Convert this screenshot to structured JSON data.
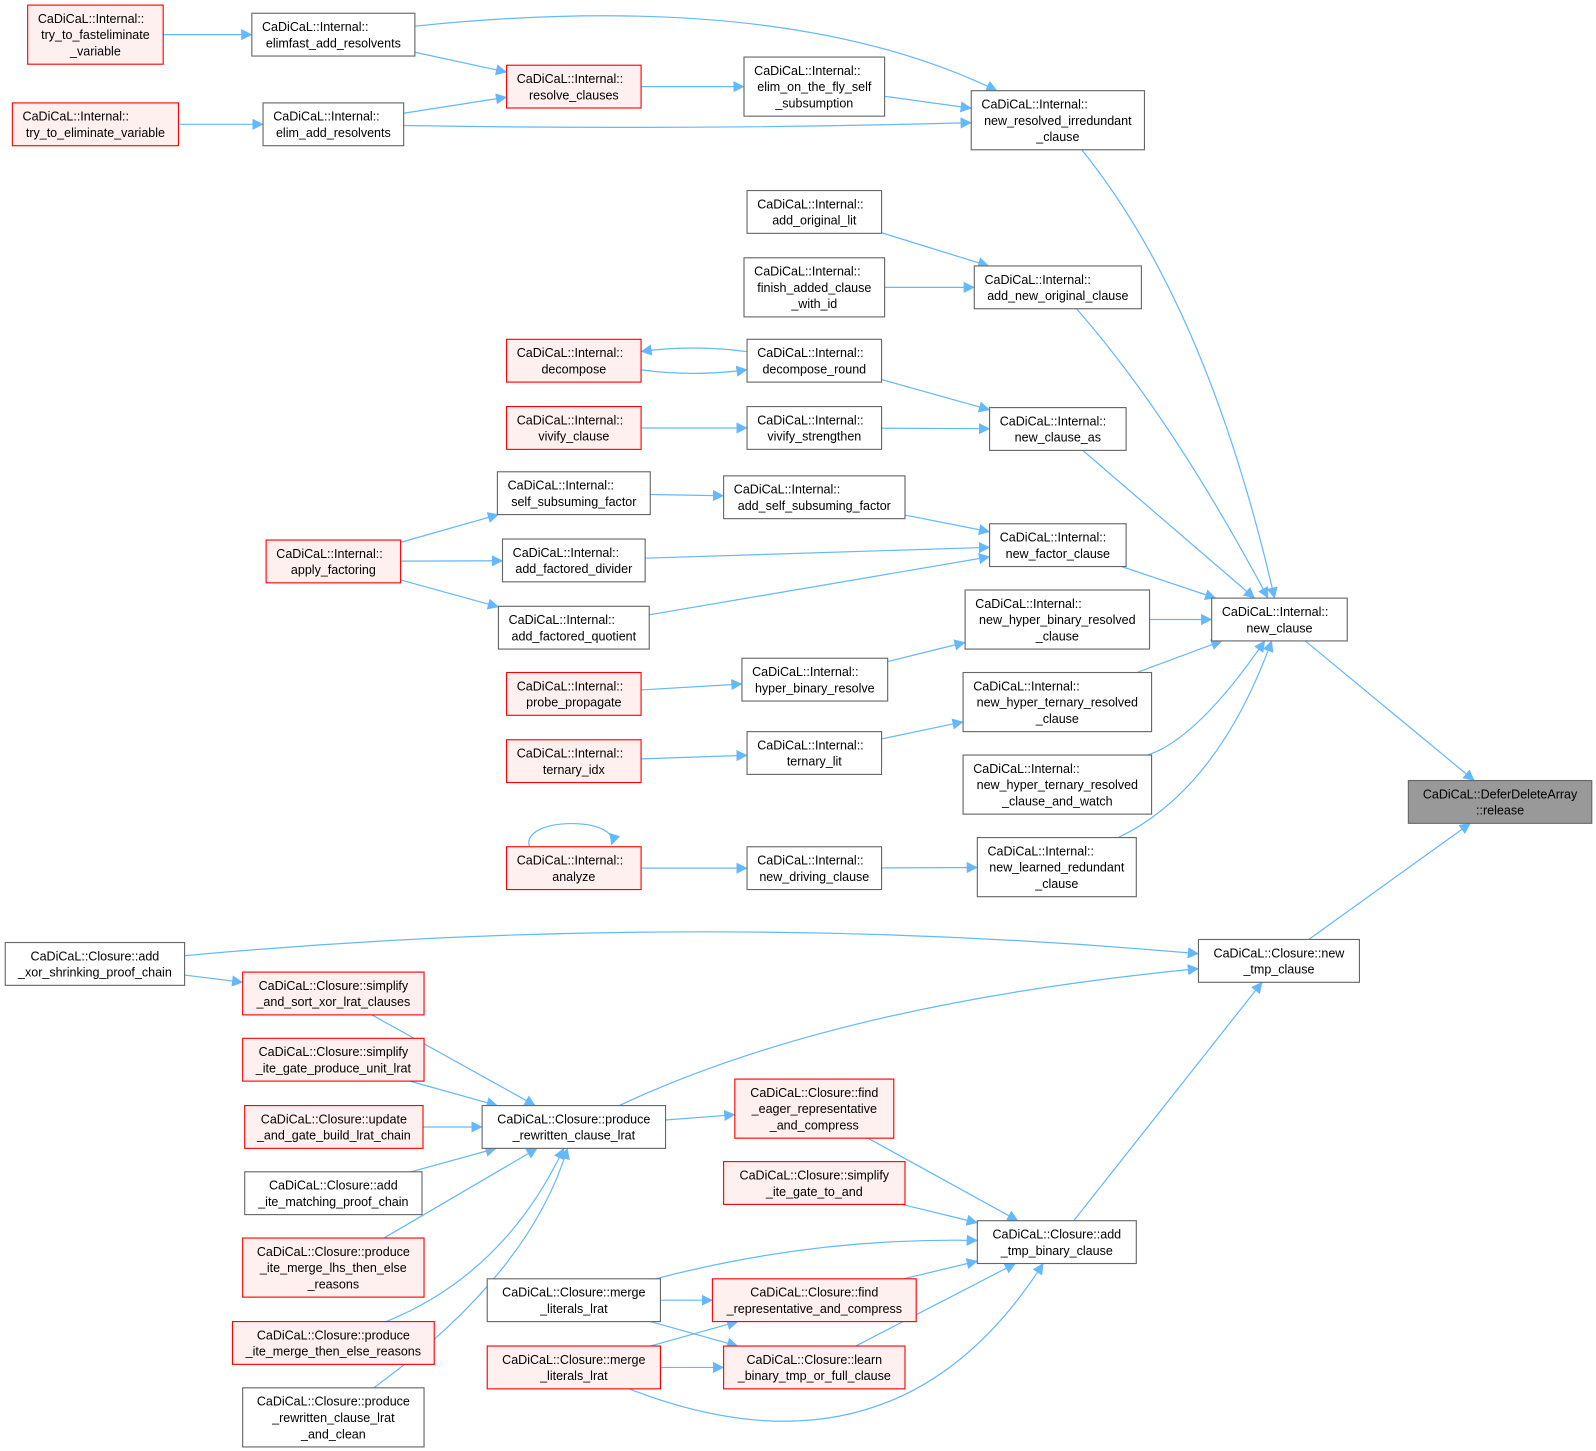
{
  "graph_kind": "caller graph",
  "colors": {
    "edge": "#63b8ff",
    "plain_fill": "#ffffff",
    "plain_border": "#666666",
    "red_fill": "#fff0f0",
    "red_border": "#ff0000",
    "focus_fill": "#999999",
    "focus_border": "#666666"
  },
  "nodes": [
    {
      "lines": [
        "CaDiCaL::Internal::",
        "try_to_fasteliminate",
        "_variable"
      ],
      "kind": "red"
    },
    {
      "lines": [
        "CaDiCaL::Internal::",
        "elimfast_add_resolvents"
      ],
      "kind": "plain"
    },
    {
      "lines": [
        "CaDiCaL::Internal::",
        "try_to_eliminate_variable"
      ],
      "kind": "red"
    },
    {
      "lines": [
        "CaDiCaL::Internal::",
        "elim_add_resolvents"
      ],
      "kind": "plain"
    },
    {
      "lines": [
        "CaDiCaL::Internal::",
        "resolve_clauses"
      ],
      "kind": "red"
    },
    {
      "lines": [
        "CaDiCaL::Internal::",
        "elim_on_the_fly_self",
        "_subsumption"
      ],
      "kind": "plain"
    },
    {
      "lines": [
        "CaDiCaL::Internal::",
        "new_resolved_irredundant",
        "_clause"
      ],
      "kind": "plain"
    },
    {
      "lines": [
        "CaDiCaL::Internal::",
        "add_original_lit"
      ],
      "kind": "plain"
    },
    {
      "lines": [
        "CaDiCaL::Internal::",
        "finish_added_clause",
        "_with_id"
      ],
      "kind": "plain"
    },
    {
      "lines": [
        "CaDiCaL::Internal::",
        "add_new_original_clause"
      ],
      "kind": "plain"
    },
    {
      "lines": [
        "CaDiCaL::Internal::",
        "decompose"
      ],
      "kind": "red"
    },
    {
      "lines": [
        "CaDiCaL::Internal::",
        "decompose_round"
      ],
      "kind": "plain"
    },
    {
      "lines": [
        "CaDiCaL::Internal::",
        "new_clause_as"
      ],
      "kind": "plain"
    },
    {
      "lines": [
        "CaDiCaL::Internal::",
        "vivify_clause"
      ],
      "kind": "red"
    },
    {
      "lines": [
        "CaDiCaL::Internal::",
        "vivify_strengthen"
      ],
      "kind": "plain"
    },
    {
      "lines": [
        "CaDiCaL::Internal::",
        "self_subsuming_factor"
      ],
      "kind": "plain"
    },
    {
      "lines": [
        "CaDiCaL::Internal::",
        "add_self_subsuming_factor"
      ],
      "kind": "plain"
    },
    {
      "lines": [
        "CaDiCaL::Internal::",
        "new_factor_clause"
      ],
      "kind": "plain"
    },
    {
      "lines": [
        "CaDiCaL::Internal::",
        "apply_factoring"
      ],
      "kind": "red"
    },
    {
      "lines": [
        "CaDiCaL::Internal::",
        "add_factored_divider"
      ],
      "kind": "plain"
    },
    {
      "lines": [
        "CaDiCaL::Internal::",
        "add_factored_quotient"
      ],
      "kind": "plain"
    },
    {
      "lines": [
        "CaDiCaL::Internal::",
        "new_hyper_binary_resolved",
        "_clause"
      ],
      "kind": "plain"
    },
    {
      "lines": [
        "CaDiCaL::Internal::",
        "new_clause"
      ],
      "kind": "plain"
    },
    {
      "lines": [
        "CaDiCaL::Internal::",
        "probe_propagate"
      ],
      "kind": "red"
    },
    {
      "lines": [
        "CaDiCaL::Internal::",
        "hyper_binary_resolve"
      ],
      "kind": "plain"
    },
    {
      "lines": [
        "CaDiCaL::Internal::",
        "new_hyper_ternary_resolved",
        "_clause"
      ],
      "kind": "plain"
    },
    {
      "lines": [
        "CaDiCaL::Internal::",
        "ternary_idx"
      ],
      "kind": "red"
    },
    {
      "lines": [
        "CaDiCaL::Internal::",
        "ternary_lit"
      ],
      "kind": "plain"
    },
    {
      "lines": [
        "CaDiCaL::Internal::",
        "new_hyper_ternary_resolved",
        "_clause_and_watch"
      ],
      "kind": "plain"
    },
    {
      "lines": [
        "CaDiCaL::DeferDeleteArray",
        "::release"
      ],
      "kind": "focus"
    },
    {
      "lines": [
        "CaDiCaL::Internal::",
        "analyze"
      ],
      "kind": "red"
    },
    {
      "lines": [
        "CaDiCaL::Internal::",
        "new_driving_clause"
      ],
      "kind": "plain"
    },
    {
      "lines": [
        "CaDiCaL::Internal::",
        "new_learned_redundant",
        "_clause"
      ],
      "kind": "plain"
    },
    {
      "lines": [
        "CaDiCaL::Closure::add",
        "_xor_shrinking_proof_chain"
      ],
      "kind": "plain"
    },
    {
      "lines": [
        "CaDiCaL::Closure::new",
        "_tmp_clause"
      ],
      "kind": "plain"
    },
    {
      "lines": [
        "CaDiCaL::Closure::simplify",
        "_and_sort_xor_lrat_clauses"
      ],
      "kind": "red"
    },
    {
      "lines": [
        "CaDiCaL::Closure::simplify",
        "_ite_gate_produce_unit_lrat"
      ],
      "kind": "red"
    },
    {
      "lines": [
        "CaDiCaL::Closure::update",
        "_and_gate_build_lrat_chain"
      ],
      "kind": "red"
    },
    {
      "lines": [
        "CaDiCaL::Closure::produce",
        "_rewritten_clause_lrat"
      ],
      "kind": "plain"
    },
    {
      "lines": [
        "CaDiCaL::Closure::find",
        "_eager_representative",
        "_and_compress"
      ],
      "kind": "red"
    },
    {
      "lines": [
        "CaDiCaL::Closure::add",
        "_ite_matching_proof_chain"
      ],
      "kind": "plain"
    },
    {
      "lines": [
        "CaDiCaL::Closure::simplify",
        "_ite_gate_to_and"
      ],
      "kind": "red"
    },
    {
      "lines": [
        "CaDiCaL::Closure::add",
        "_tmp_binary_clause"
      ],
      "kind": "plain"
    },
    {
      "lines": [
        "CaDiCaL::Closure::produce",
        "_ite_merge_lhs_then_else",
        "_reasons"
      ],
      "kind": "red"
    },
    {
      "lines": [
        "CaDiCaL::Closure::merge",
        "_literals_lrat"
      ],
      "kind": "plain"
    },
    {
      "lines": [
        "CaDiCaL::Closure::find",
        "_representative_and_compress"
      ],
      "kind": "red"
    },
    {
      "lines": [
        "CaDiCaL::Closure::produce",
        "_ite_merge_then_else_reasons"
      ],
      "kind": "red"
    },
    {
      "lines": [
        "CaDiCaL::Closure::merge",
        "_literals_lrat"
      ],
      "kind": "red"
    },
    {
      "lines": [
        "CaDiCaL::Closure::learn",
        "_binary_tmp_or_full_clause"
      ],
      "kind": "red"
    },
    {
      "lines": [
        "CaDiCaL::Closure::produce",
        "_rewritten_clause_lrat",
        "_and_clean"
      ],
      "kind": "plain"
    }
  ],
  "edges": [
    [
      0,
      1
    ],
    [
      1,
      4
    ],
    [
      1,
      6
    ],
    [
      2,
      3
    ],
    [
      3,
      4
    ],
    [
      3,
      6
    ],
    [
      4,
      5
    ],
    [
      5,
      6
    ],
    [
      6,
      22
    ],
    [
      7,
      9
    ],
    [
      8,
      9
    ],
    [
      9,
      22
    ],
    [
      10,
      11
    ],
    [
      11,
      10
    ],
    [
      11,
      12
    ],
    [
      13,
      14
    ],
    [
      14,
      12
    ],
    [
      12,
      22
    ],
    [
      18,
      15
    ],
    [
      18,
      19
    ],
    [
      18,
      20
    ],
    [
      15,
      16
    ],
    [
      16,
      17
    ],
    [
      19,
      17
    ],
    [
      20,
      17
    ],
    [
      17,
      22
    ],
    [
      21,
      22
    ],
    [
      23,
      24
    ],
    [
      24,
      21
    ],
    [
      26,
      27
    ],
    [
      27,
      25
    ],
    [
      25,
      22
    ],
    [
      28,
      22
    ],
    [
      30,
      30
    ],
    [
      30,
      31
    ],
    [
      31,
      32
    ],
    [
      32,
      22
    ],
    [
      22,
      29
    ],
    [
      34,
      29
    ],
    [
      33,
      34
    ],
    [
      33,
      35
    ],
    [
      35,
      38
    ],
    [
      36,
      38
    ],
    [
      37,
      38
    ],
    [
      40,
      38
    ],
    [
      43,
      38
    ],
    [
      46,
      38
    ],
    [
      49,
      38
    ],
    [
      38,
      34
    ],
    [
      38,
      39
    ],
    [
      39,
      42
    ],
    [
      41,
      42
    ],
    [
      42,
      34
    ],
    [
      44,
      42
    ],
    [
      44,
      45
    ],
    [
      44,
      48
    ],
    [
      47,
      45
    ],
    [
      47,
      48
    ],
    [
      47,
      42
    ],
    [
      45,
      42
    ],
    [
      48,
      42
    ]
  ]
}
